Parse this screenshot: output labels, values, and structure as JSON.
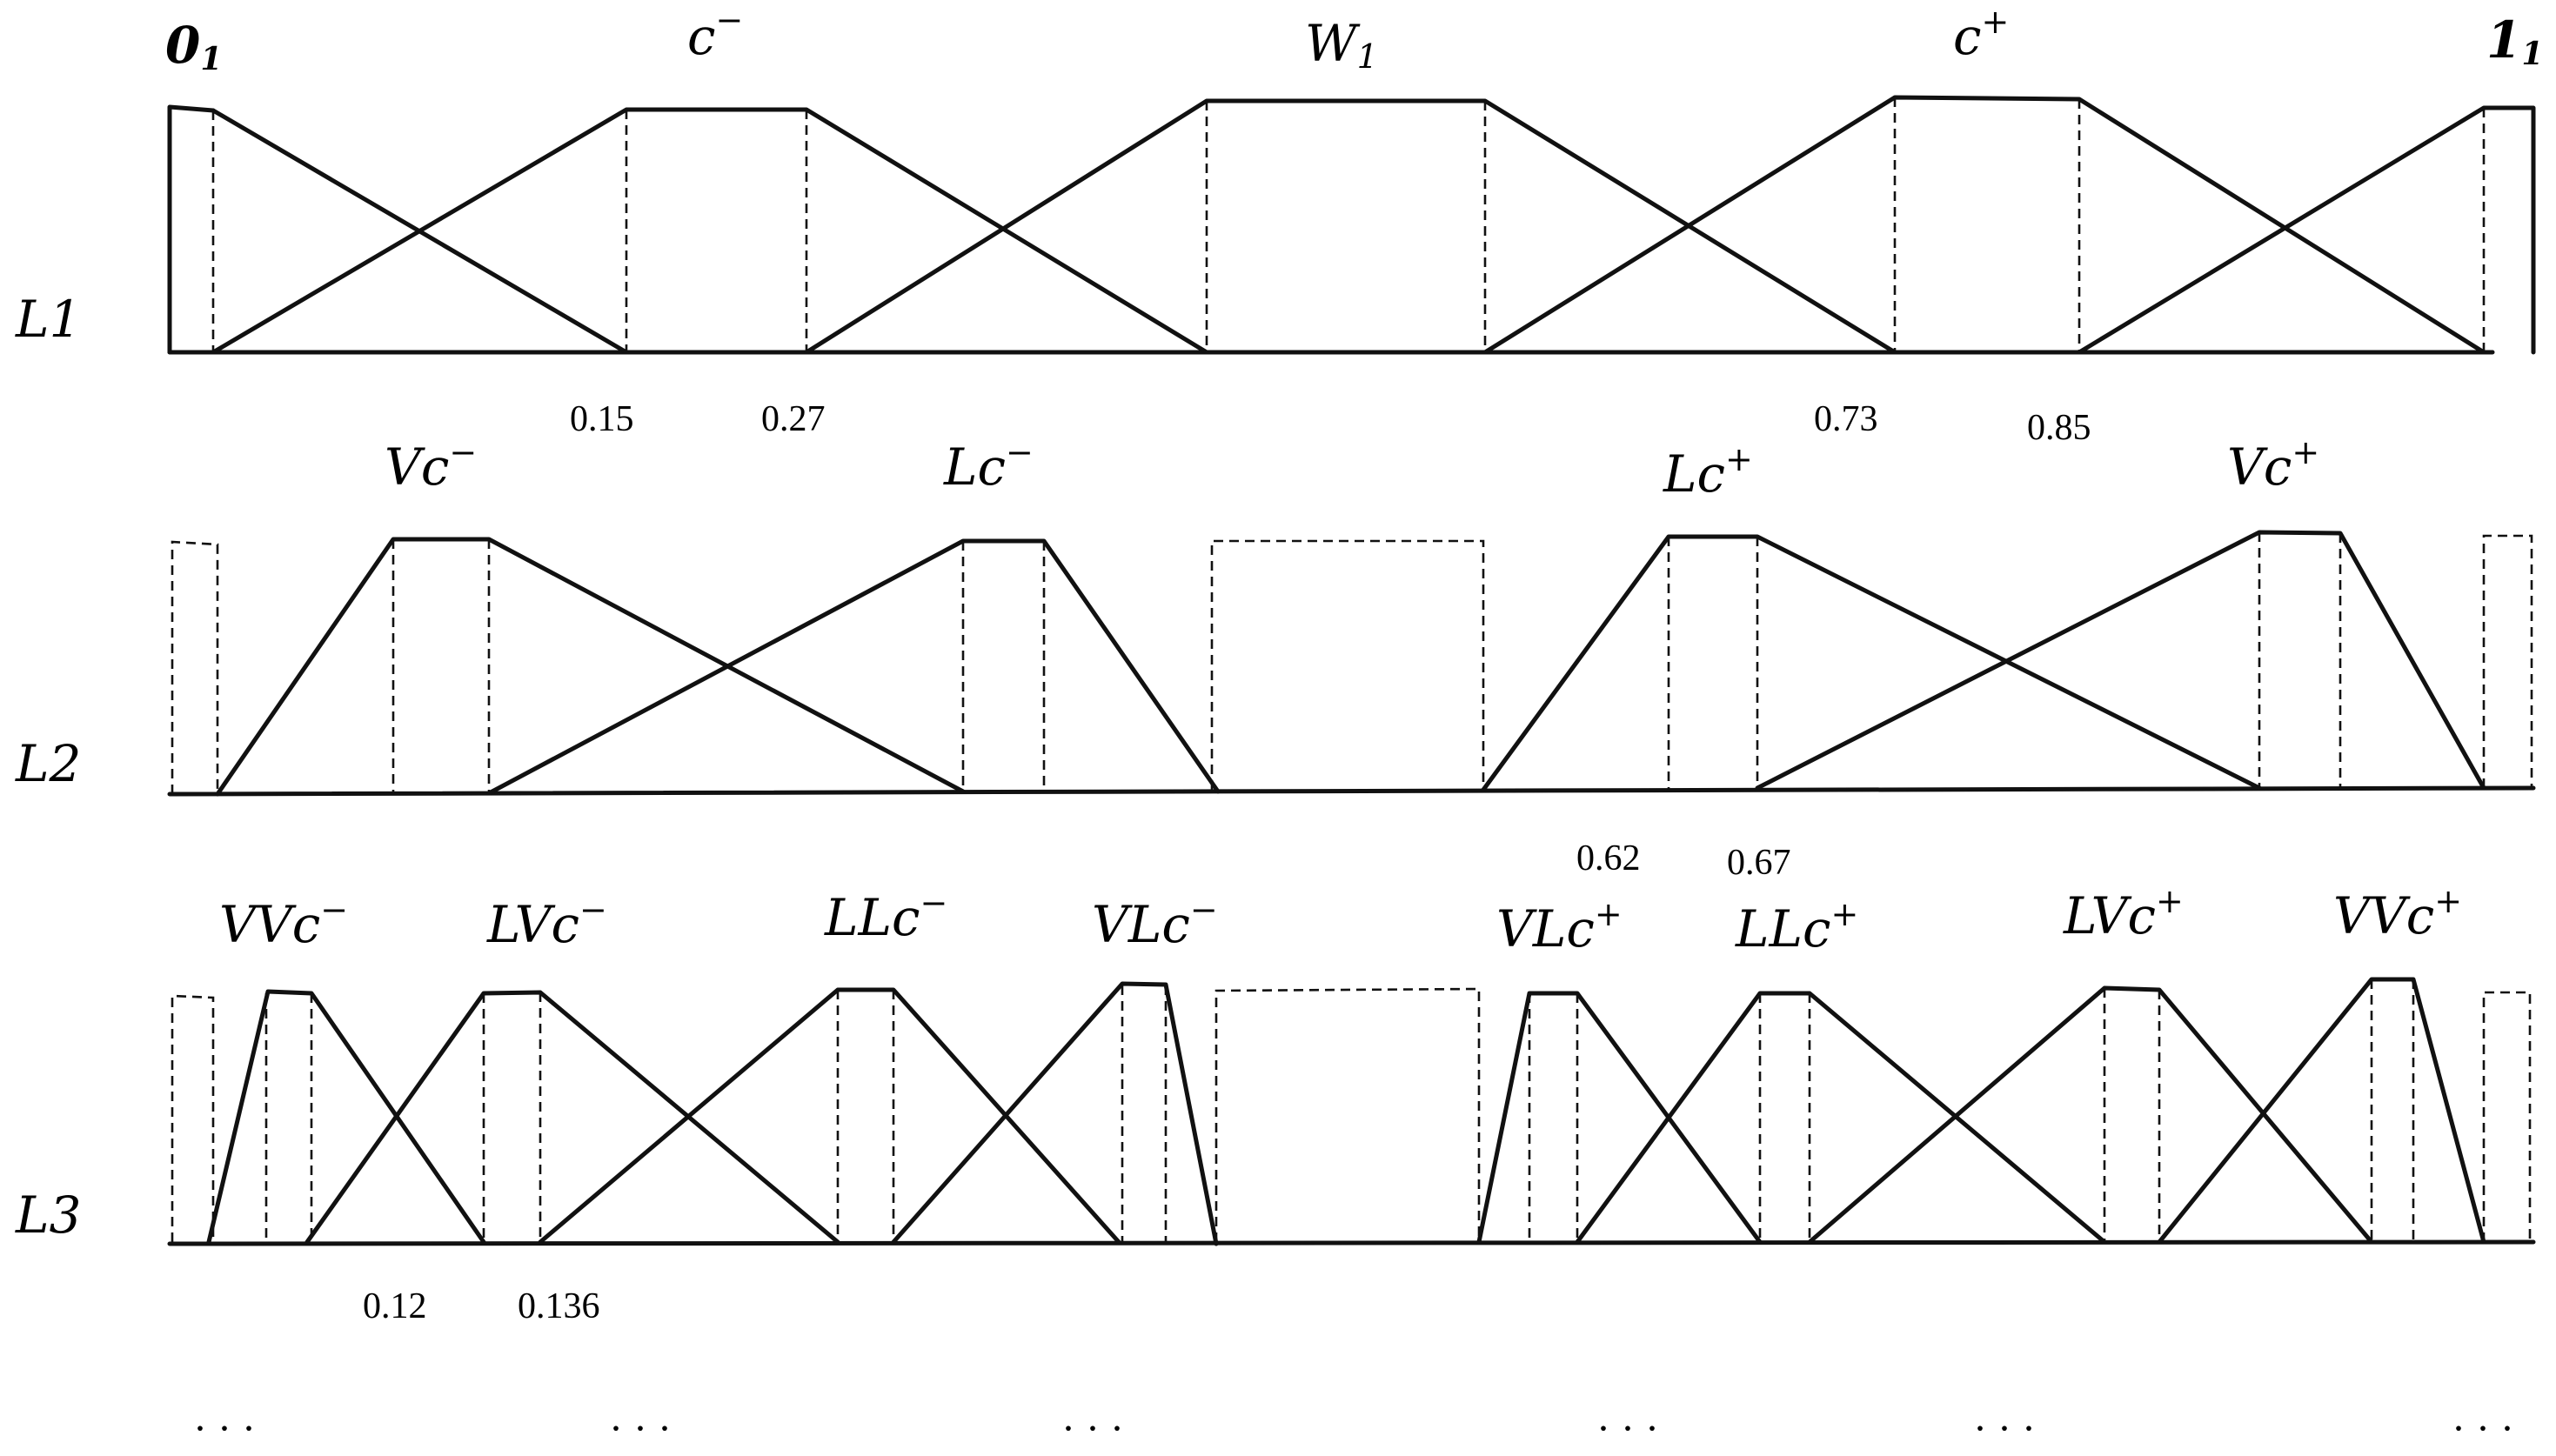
{
  "levels": {
    "l1": "L1",
    "l2": "L2",
    "l3": "L3"
  },
  "ends": {
    "zero": {
      "main": "0",
      "sub": "1"
    },
    "one": {
      "main": "1",
      "sub": "1"
    }
  },
  "terms": {
    "c_minus": {
      "main": "c",
      "sup": "−"
    },
    "w1": {
      "main": "W",
      "sub": "1"
    },
    "c_plus": {
      "main": "c",
      "sup": "+"
    },
    "vc_minus": {
      "main": "Vc",
      "sup": "−"
    },
    "lc_minus": {
      "main": "Lc",
      "sup": "−"
    },
    "lc_plus": {
      "main": "Lc",
      "sup": "+"
    },
    "vc_plus": {
      "main": "Vc",
      "sup": "+"
    },
    "vvc_minus": {
      "main": "VVc",
      "sup": "−"
    },
    "lvc_minus": {
      "main": "LVc",
      "sup": "−"
    },
    "llc_minus": {
      "main": "LLc",
      "sup": "−"
    },
    "vlc_minus": {
      "main": "VLc",
      "sup": "−"
    },
    "vlc_plus": {
      "main": "VLc",
      "sup": "+"
    },
    "llc_plus": {
      "main": "LLc",
      "sup": "+"
    },
    "lvc_plus": {
      "main": "LVc",
      "sup": "+"
    },
    "vvc_plus": {
      "main": "VVc",
      "sup": "+"
    }
  },
  "values": {
    "v015": "0.15",
    "v027": "0.27",
    "v073": "0.73",
    "v085": "0.85",
    "v062": "0.62",
    "v067": "0.67",
    "v012": "0.12",
    "v0136": "0.136"
  },
  "ellipsis": "· · ·"
}
